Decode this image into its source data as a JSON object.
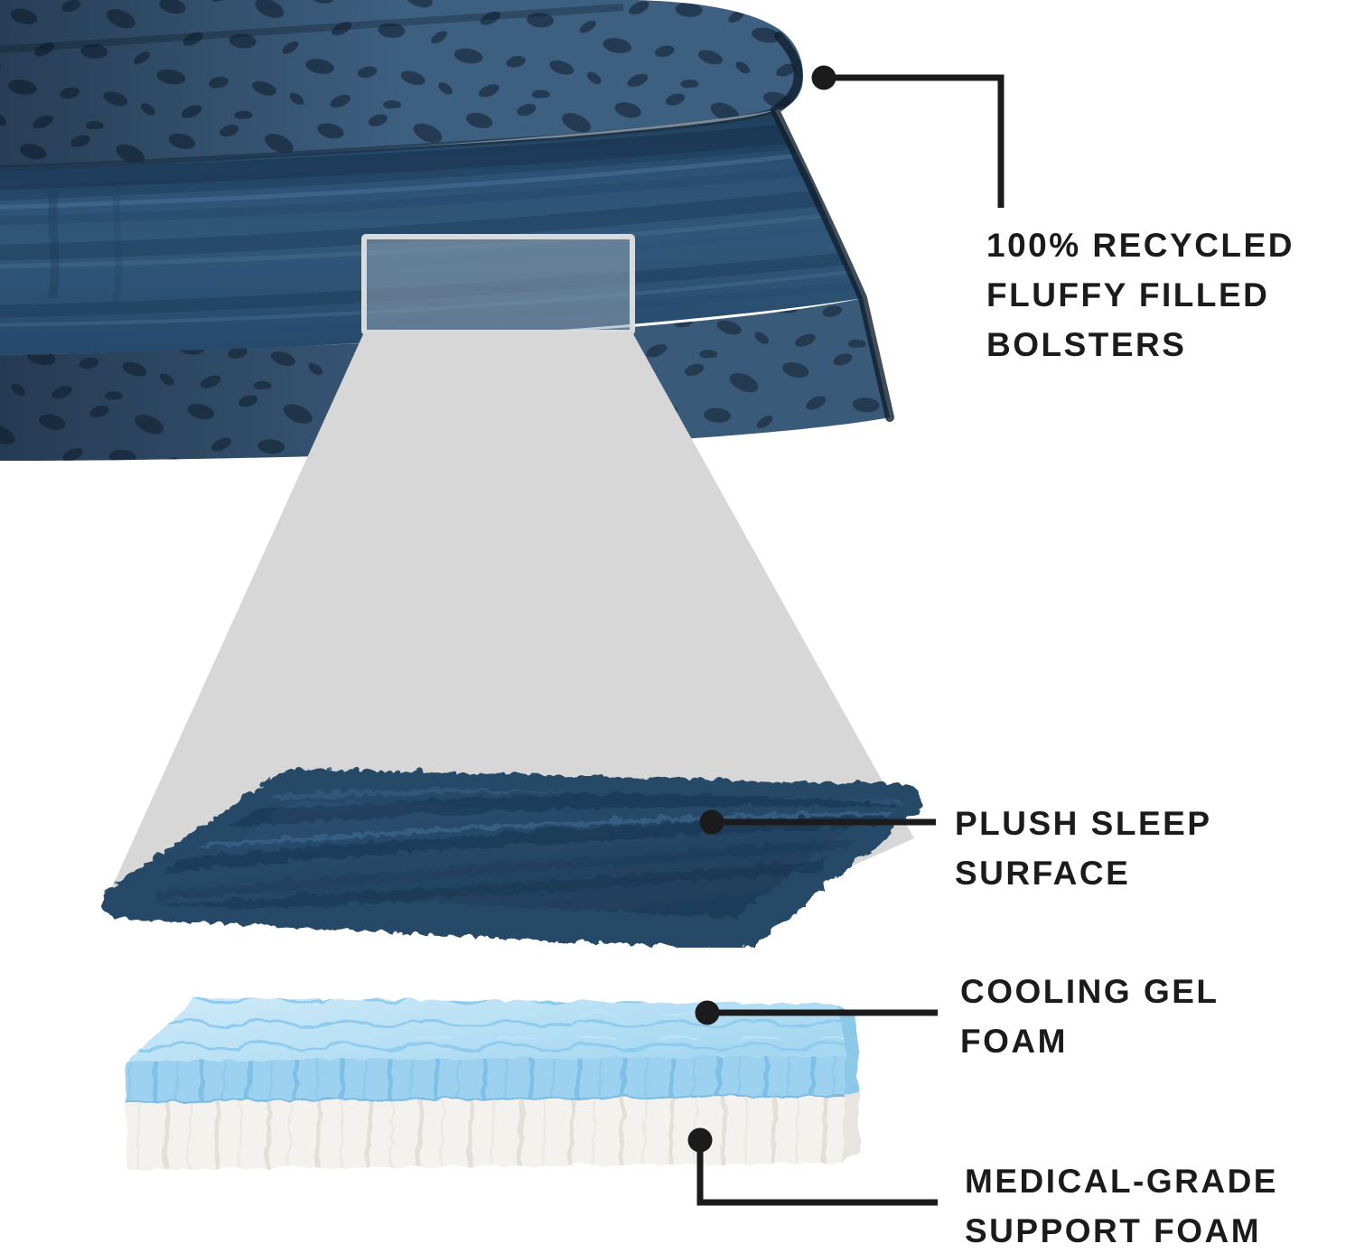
{
  "page": {
    "background_color": "#ffffff"
  },
  "figure": {
    "kind": "product-feature-callout-diagram",
    "subject": "orthopedic pet bed exploded layer view",
    "colors": {
      "callout_ink": "#1b1b1b",
      "bolster_fabric": "#3d5f80",
      "fabric_spot": "#20364d",
      "plush_fur": "#2e5274",
      "cone_gray": "#d7d7d8",
      "gel_foam": "#9cd2ef",
      "support_foam": "#f4f2ef"
    },
    "callouts": [
      {
        "id": "bolsters",
        "lines": [
          "100% RECYCLED",
          "FLUFFY FILLED",
          "BOLSTERS"
        ]
      },
      {
        "id": "plush-sleep-surface",
        "lines": [
          "PLUSH SLEEP",
          "SURFACE"
        ]
      },
      {
        "id": "cooling-gel-foam",
        "lines": [
          "COOLING GEL",
          "FOAM"
        ]
      },
      {
        "id": "support-foam",
        "lines": [
          "MEDICAL-GRADE",
          "SUPPORT FOAM"
        ]
      }
    ]
  }
}
